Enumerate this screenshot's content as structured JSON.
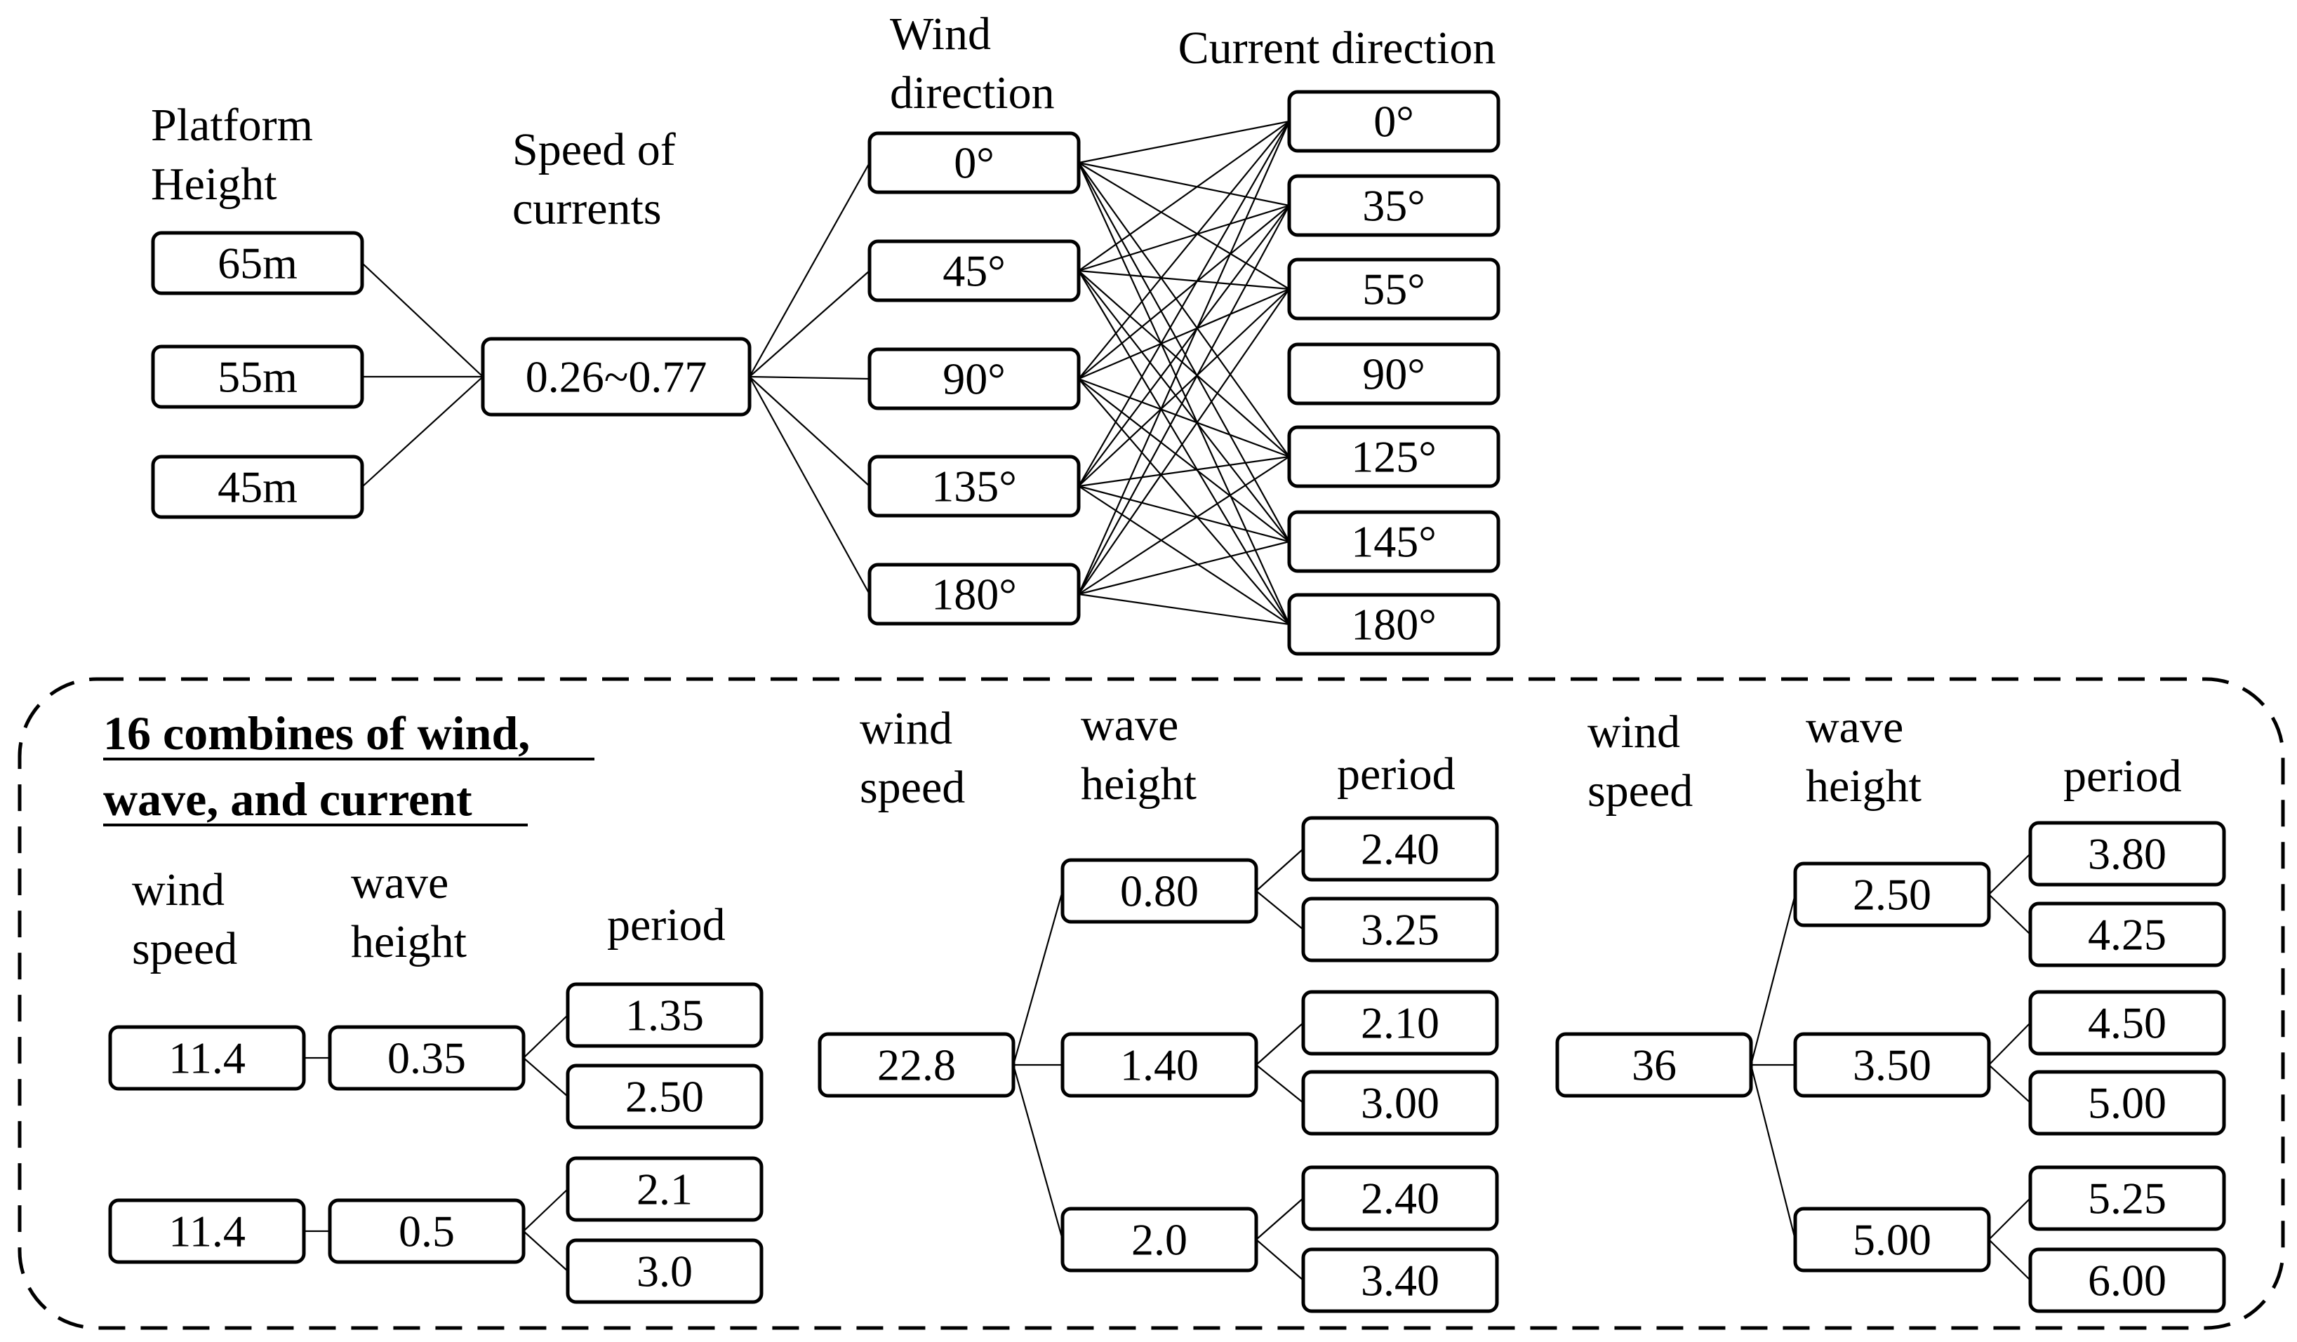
{
  "top": {
    "headers": {
      "platform_height": [
        "Platform",
        "Height"
      ],
      "speed_of_currents": [
        "Speed of",
        "currents"
      ],
      "wind_direction": [
        "Wind",
        "direction"
      ],
      "current_direction": [
        "Current direction"
      ]
    },
    "platform_heights": [
      "65m",
      "55m",
      "45m"
    ],
    "current_speed": "0.26~0.77",
    "wind_directions": [
      "0°",
      "45°",
      "90°",
      "135°",
      "180°"
    ],
    "current_directions": [
      "0°",
      "35°",
      "55°",
      "90°",
      "125°",
      "145°",
      "180°"
    ]
  },
  "bottom": {
    "title": [
      "16 combines of wind,",
      "wave, and current"
    ],
    "headers": {
      "wind_speed": [
        "wind",
        "speed"
      ],
      "wave_height": [
        "wave",
        "height"
      ],
      "period": [
        "period"
      ]
    },
    "groups": [
      {
        "rows": [
          {
            "wind_speed": "11.4",
            "waves": [
              {
                "height": "0.35",
                "periods": [
                  "1.35",
                  "2.50"
                ]
              }
            ]
          },
          {
            "wind_speed": "11.4",
            "waves": [
              {
                "height": "0.5",
                "periods": [
                  "2.1",
                  "3.0"
                ]
              }
            ]
          }
        ]
      },
      {
        "rows": [
          {
            "wind_speed": "22.8",
            "waves": [
              {
                "height": "0.80",
                "periods": [
                  "2.40",
                  "3.25"
                ]
              },
              {
                "height": "1.40",
                "periods": [
                  "2.10",
                  "3.00"
                ]
              },
              {
                "height": "2.0",
                "periods": [
                  "2.40",
                  "3.40"
                ]
              }
            ]
          }
        ]
      },
      {
        "rows": [
          {
            "wind_speed": "36",
            "waves": [
              {
                "height": "2.50",
                "periods": [
                  "3.80",
                  "4.25"
                ]
              },
              {
                "height": "3.50",
                "periods": [
                  "4.50",
                  "5.00"
                ]
              },
              {
                "height": "5.00",
                "periods": [
                  "5.25",
                  "6.00"
                ]
              }
            ]
          }
        ]
      }
    ]
  }
}
